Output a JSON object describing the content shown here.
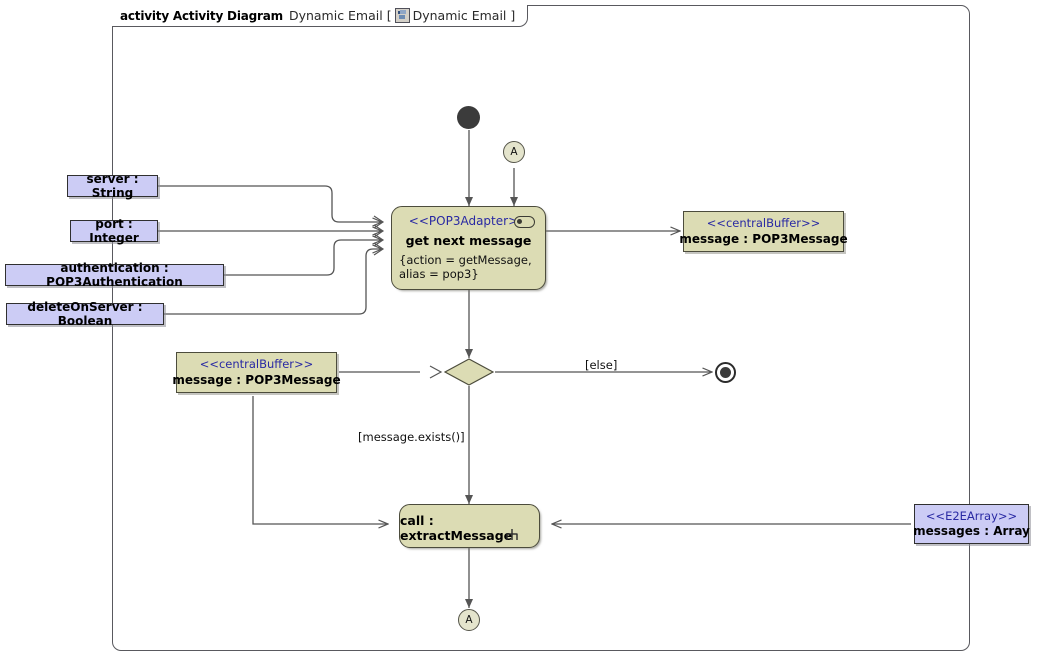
{
  "frame": {
    "kind": "activity Activity Diagram",
    "name": "Dynamic Email",
    "bracket_open": "[",
    "icon": "diagram-icon",
    "inner_name": "Dynamic Email",
    "bracket_close": "]"
  },
  "colors": {
    "param_fill": "#ccccf5",
    "buffer_fill": "#dcdcb4",
    "action_fill": "#dcdcb4",
    "stereotype_text": "#2929a3",
    "frame_border": "#59595e",
    "edge": "#555555"
  },
  "parameters": [
    {
      "label": "server : String"
    },
    {
      "label": "port : Integer"
    },
    {
      "label": "authentication : POP3Authentication"
    },
    {
      "label": "deleteOnServer : Boolean"
    }
  ],
  "actions": {
    "get_next_message": {
      "stereotype": "<<POP3Adapter>>",
      "name": "get next message",
      "properties_line1": "{action = getMessage,",
      "properties_line2": "alias = pop3}",
      "icon": "signal-pill-icon"
    },
    "extract_message": {
      "name": "call : extractMessage",
      "icon": "rake-icon"
    }
  },
  "buffers": [
    {
      "stereotype": "<<centralBuffer>>",
      "name": "message : POP3Message",
      "position": "right-top"
    },
    {
      "stereotype": "<<centralBuffer>>",
      "name": "message : POP3Message",
      "position": "left-middle"
    }
  ],
  "arrays": [
    {
      "stereotype": "<<E2EArray>>",
      "name": "messages : Array"
    }
  ],
  "connectors": [
    {
      "label": "A",
      "position": "top"
    },
    {
      "label": "A",
      "position": "bottom"
    }
  ],
  "edge_labels": {
    "else_guard": "[else]",
    "message_exists_guard": "[message.exists()]"
  },
  "control_nodes": {
    "initial": "initial-node",
    "decision": "decision-node",
    "final": "activity-final-node"
  }
}
